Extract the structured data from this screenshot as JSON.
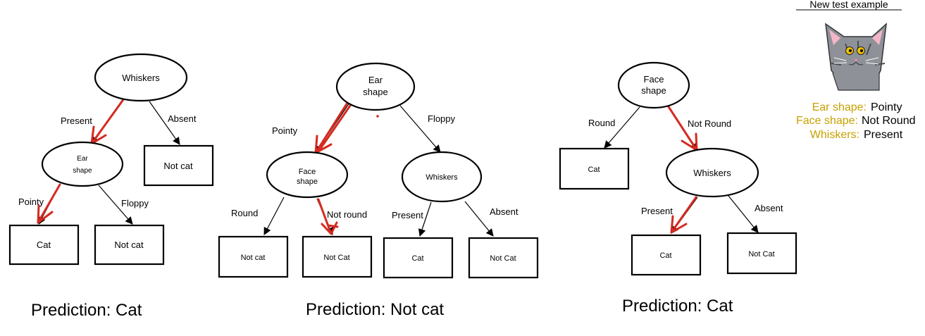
{
  "header": {
    "title": "New test example"
  },
  "features": {
    "ear_label": "Ear shape:",
    "ear_value": "Pointy",
    "face_label": "Face shape:",
    "face_value": "Not Round",
    "whiskers_label": "Whiskers:",
    "whiskers_value": "Present"
  },
  "colors": {
    "feature_label": "#c8a000",
    "path_highlight": "#d42a20",
    "stroke": "#000000"
  },
  "image": {
    "name": "cat-icon"
  },
  "trees": [
    {
      "root": "Whiskers",
      "left_edge": "Present",
      "right_edge": "Absent",
      "right_leaf": "Not cat",
      "mid_node": [
        "Ear",
        "shape"
      ],
      "mid_left_edge": "Pointy",
      "mid_right_edge": "Floppy",
      "leaf_left": "Cat",
      "leaf_right": "Not cat",
      "prediction": "Prediction: Cat"
    },
    {
      "root": [
        "Ear",
        "shape"
      ],
      "left_edge": "Pointy",
      "right_edge": "Floppy",
      "left_node": [
        "Face",
        "shape"
      ],
      "right_node": "Whiskers",
      "ll_edge": "Round",
      "lr_edge": "Not round",
      "rl_edge": "Present",
      "rr_edge": "Absent",
      "leaf_ll": "Not cat",
      "leaf_lr": "Not Cat",
      "leaf_rl": "Cat",
      "leaf_rr": "Not Cat",
      "prediction": "Prediction: Not cat"
    },
    {
      "root": [
        "Face",
        "shape"
      ],
      "left_edge": "Round",
      "right_edge": "Not Round",
      "left_leaf": "Cat",
      "mid_node": "Whiskers",
      "mid_left_edge": "Present",
      "mid_right_edge": "Absent",
      "leaf_left": "Cat",
      "leaf_right": "Not Cat",
      "prediction": "Prediction: Cat"
    }
  ]
}
